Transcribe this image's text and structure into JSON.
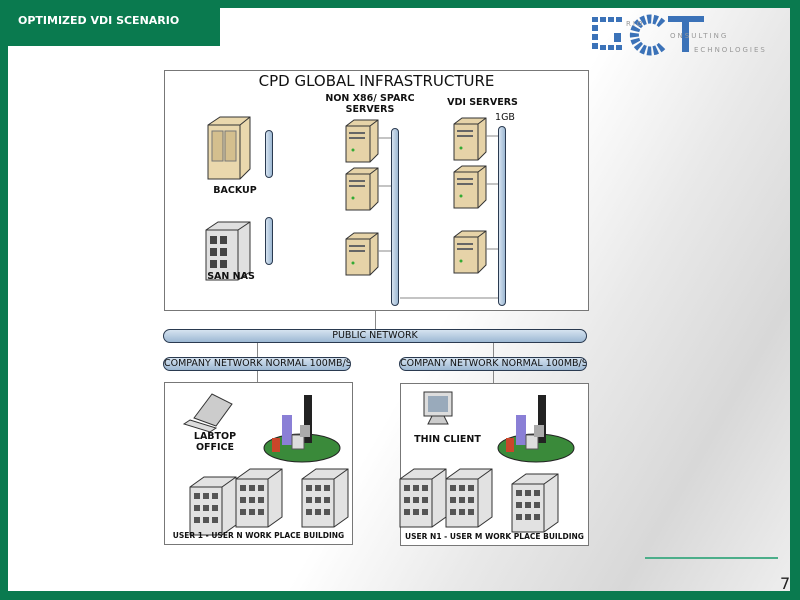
{
  "slide": {
    "title": "OPTIMIZED VDI SCENARIO",
    "page_number": "7"
  },
  "logo": {
    "text": "RIO CONSULTING TECHNOLOGIES"
  },
  "diagram": {
    "infrastructure_title": "CPD GLOBAL INFRASTRUCTURE",
    "non_x86_label": "NON X86/ SPARC SERVERS",
    "vdi_label": "VDI SERVERS",
    "vdi_speed": "1GB",
    "backup_label": "BACKUP",
    "san_label": "SAN NAS",
    "public_network": "PUBLIC NETWORK",
    "company_network_left": "COMPANY NETWORK NORMAL 100MB/S",
    "company_network_right": "COMPANY NETWORK NORMAL 100MB/S",
    "left_device": "LABTOP OFFICE",
    "right_device": "THIN CLIENT",
    "left_caption": "USER 1 - USER N  WORK PLACE BUILDING",
    "right_caption": "USER N1 - USER M WORK PLACE BUILDING"
  }
}
